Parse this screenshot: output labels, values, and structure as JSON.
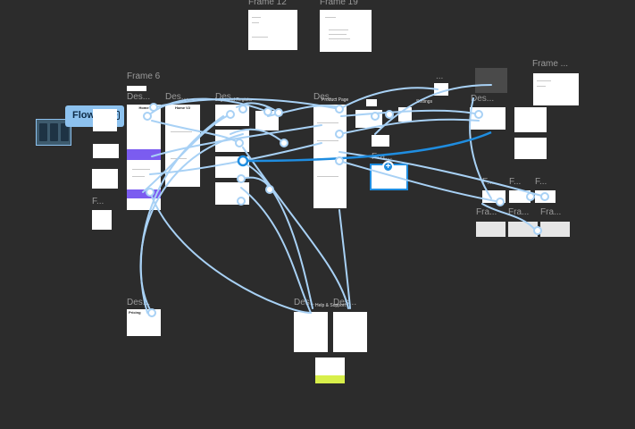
{
  "canvas": {
    "background": "#2c2c2c",
    "wire_color": "#a8d1f5",
    "selection_color": "#1f8de0"
  },
  "flow": {
    "label": "Flow 1",
    "icon": "play-icon"
  },
  "frames": {
    "frame12": "Frame 12",
    "frame19": "Frame 19",
    "frame6": "Frame 6",
    "frame_top_right": "Frame ...",
    "des_home": "Des...",
    "des_home2": "Des...",
    "des_login": "Des...",
    "des_product": "Des...",
    "des_right": "Des...",
    "dots_top": "...",
    "f_left": "F...",
    "f_mid1": "F...",
    "f_mid2": "F...",
    "f_mid3": "F...",
    "fra_selected": "Fra...",
    "fra1": "Fra...",
    "fra2": "Fra...",
    "fra3": "Fra...",
    "des_pricing": "Des...",
    "des_help1": "Des...",
    "des_help2": "Des..."
  },
  "frame_titles": {
    "home": "Home",
    "home_v2": "Home V2",
    "login": "Login and Register",
    "product": "Product Page",
    "settings": "Settings",
    "pricing": "Pricing",
    "help": "Help & Support"
  }
}
